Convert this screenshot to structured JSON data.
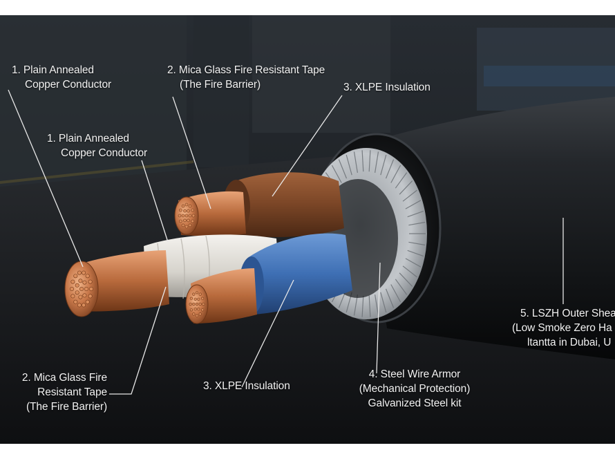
{
  "colors": {
    "background_top": "#ffffff",
    "scene_dark": "#1b1e22",
    "copper": "#c8784a",
    "brown_insulation": "#7a4526",
    "blue_insulation": "#3e6fb4",
    "white_tape": "#e3e1dc",
    "armor_steel": "#b9bdc1",
    "outer_sheath": "#15171a",
    "label_text": "#f2f2f2"
  },
  "labels": [
    {
      "id": "conductor_top",
      "lines": [
        "1. Plain Annealed",
        "Copper Conductor"
      ]
    },
    {
      "id": "mica_top",
      "lines": [
        "2. Mica Glass Fire Resistant Tape",
        "(The Fire Barrier)"
      ]
    },
    {
      "id": "xlpe_top",
      "lines": [
        "3. XLPE Insulation"
      ]
    },
    {
      "id": "conductor_mid",
      "lines": [
        "1. Plain Annealed",
        "Copper Conductor"
      ]
    },
    {
      "id": "mica_bottom",
      "lines": [
        "2. Mica Glass Fire",
        "Resistant Tape",
        "(The Fire Barrier)"
      ]
    },
    {
      "id": "xlpe_bottom",
      "lines": [
        "3. XLPE Insulation"
      ]
    },
    {
      "id": "armor",
      "lines": [
        "4. Steel Wire Armor",
        "(Mechanical Protection)",
        "Galvanized Steel kit"
      ]
    },
    {
      "id": "sheath",
      "lines": [
        "5. LSZH Outer Shea",
        "(Low Smoke Zero Ha",
        "ltantta in Dubai, U"
      ]
    }
  ],
  "icons": [
    "cable-cross-section-illustration",
    "copper-strand-icon",
    "steel-armor-wire-icon"
  ]
}
